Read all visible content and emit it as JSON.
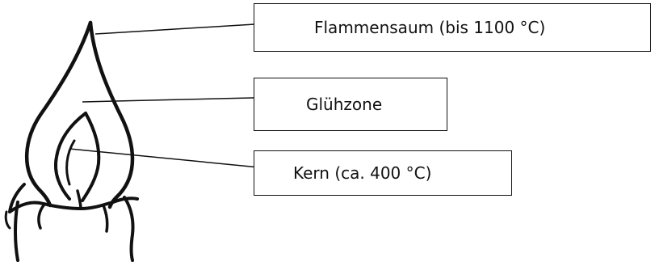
{
  "labels": {
    "flammensaum": "Flammensaum (bis 1100 °C)",
    "gluehzone": "Glühzone",
    "kern": "Kern (ca. 400 °C)"
  },
  "colors": {
    "ink": "#111111",
    "background": "#ffffff"
  }
}
